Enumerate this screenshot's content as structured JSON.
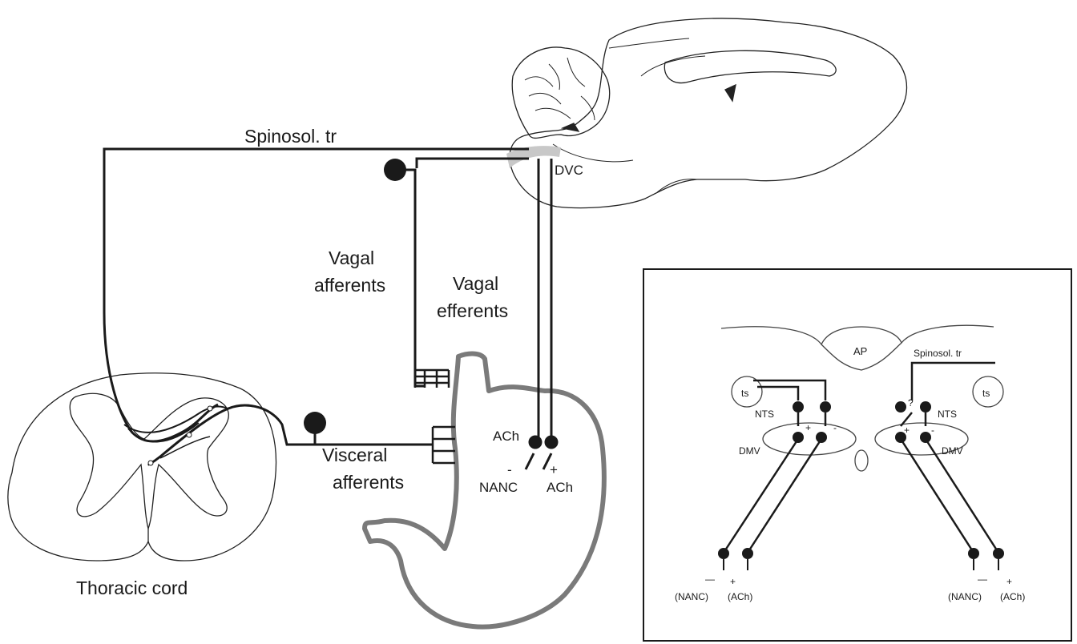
{
  "main_diagram": {
    "spinosol_tract": "Spinosol. tr",
    "dvc": "DVC",
    "vagal_afferents": [
      "Vagal",
      "afferents"
    ],
    "vagal_efferents": [
      "Vagal",
      "efferents"
    ],
    "visceral_afferents": [
      "Visceral",
      "afferents"
    ],
    "thoracic_cord": "Thoracic cord",
    "ach_top": "ACh",
    "nanc": "NANC",
    "ach_bottom": "ACh",
    "minus": "-",
    "plus": "+"
  },
  "inset": {
    "ap": "AP",
    "spinosol_tract": "Spinosol. tr",
    "ts_left": "ts",
    "ts_right": "ts",
    "nts_left": "NTS",
    "nts_right": "NTS",
    "dmv_left": "DMV",
    "dmv_right": "DMV",
    "question": "?",
    "left_plus": "+",
    "left_minus": "-",
    "right_plus": "+",
    "right_minus": "-",
    "nanc_left": "(NANC)",
    "ach_left": "(ACh)",
    "nanc_right": "(NANC)",
    "ach_right": "(ACh)",
    "sign_minus": "—",
    "sign_plus": "+"
  }
}
